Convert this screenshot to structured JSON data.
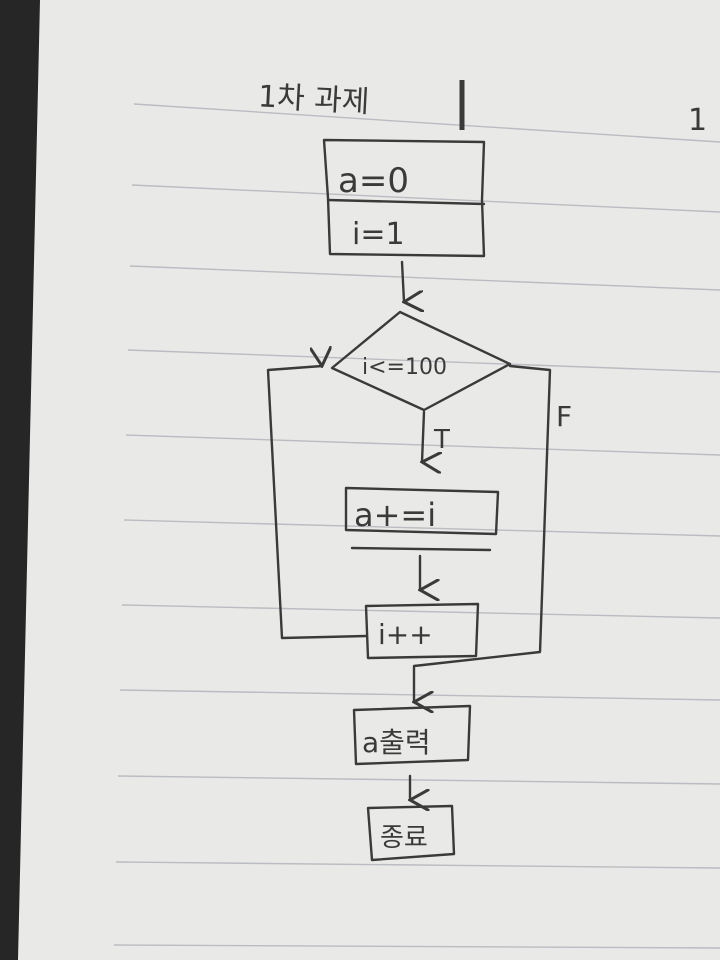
{
  "paper": {
    "background_color": "#e9e9e7",
    "line_color": "#b9bcc0",
    "ink_color": "#3a3a3a"
  },
  "header": {
    "title": "1차 과제",
    "next_page_mark": "1"
  },
  "flowchart": {
    "init_a": "a=0",
    "init_i": "i=1",
    "condition": "i<=100",
    "true_label": "T",
    "false_label": "F",
    "accumulate": "a+=i",
    "increment": "i++",
    "output": "a출력",
    "end": "종료"
  }
}
